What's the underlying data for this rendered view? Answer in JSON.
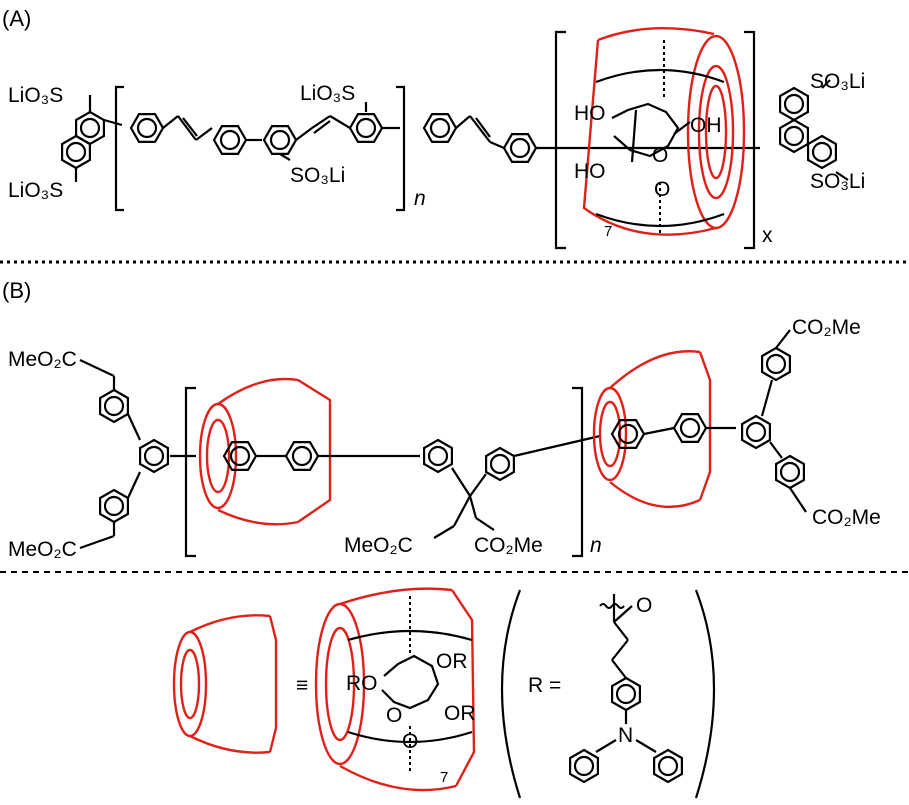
{
  "panels": {
    "a": {
      "label": "(A)",
      "left_group_top": "LiO₃S",
      "left_group_bottom": "LiO₃S",
      "unit_top_sulfonate": "LiO₃S",
      "unit_bottom_sulfonate": "SO₃Li",
      "repeat_n": "n",
      "right_group_top": "SO₃Li",
      "right_group_bottom": "SO₃Li",
      "cd_repeat_x": "x",
      "cd_count": "7",
      "ho_1": "HO",
      "ho_2": "HO",
      "oh_3": "OH",
      "ring_o": "O",
      "glyco_o": "O"
    },
    "b": {
      "label": "(B)",
      "ester_left_top": "MeO₂C",
      "ester_left_bottom": "MeO₂C",
      "ester_mid_1": "MeO₂C",
      "ester_mid_2": "CO₂Me",
      "repeat_n": "n",
      "ester_right_top": "CO₂Me",
      "ester_right_bottom": "CO₂Me"
    },
    "legend": {
      "equiv": "≡",
      "ro": "RO",
      "or_1": "OR",
      "or_2": "OR",
      "ring_o": "O",
      "glyco_o": "O",
      "cd_count": "7",
      "r_equals": "R =",
      "ketone_o": "O",
      "amine_n": "N"
    }
  }
}
